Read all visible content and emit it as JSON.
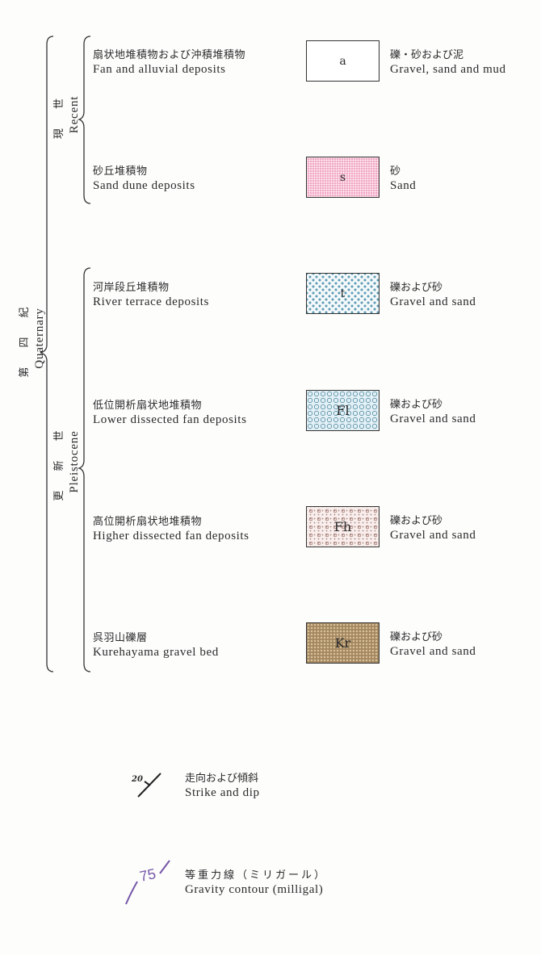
{
  "period": {
    "jp": "第 四 紀",
    "en": "Quaternary"
  },
  "epochs": [
    {
      "jp": "現 世",
      "en": "Recent"
    },
    {
      "jp": "更 新 世",
      "en": "Pleistocene"
    }
  ],
  "units": [
    {
      "jp": "扇状地堆積物および沖積堆積物",
      "en": "Fan and alluvial deposits",
      "symbol": "a",
      "lith_jp": "礫・砂および泥",
      "lith_en": "Gravel, sand and mud",
      "color": "#ffffff"
    },
    {
      "jp": "砂丘堆積物",
      "en": "Sand dune deposits",
      "symbol": "s",
      "lith_jp": "砂",
      "lith_en": "Sand",
      "color": "#f2a7c3"
    },
    {
      "jp": "河岸段丘堆積物",
      "en": "River terrace deposits",
      "symbol": "t",
      "lith_jp": "礫および砂",
      "lith_en": "Gravel and sand",
      "color": "#5f9bb3"
    },
    {
      "jp": "低位開析扇状地堆積物",
      "en": "Lower dissected fan deposits",
      "symbol": "Fl",
      "lith_jp": "礫および砂",
      "lith_en": "Gravel and sand",
      "color": "#e3f0f5"
    },
    {
      "jp": "高位開析扇状地堆積物",
      "en": "Higher dissected fan deposits",
      "symbol": "Fh",
      "lith_jp": "礫および砂",
      "lith_en": "Gravel and sand",
      "color": "#f8eeec"
    },
    {
      "jp": "呉羽山礫層",
      "en": "Kurehayama gravel bed",
      "symbol": "Kr",
      "lith_jp": "礫および砂",
      "lith_en": "Gravel and sand",
      "color": "#a3865f"
    }
  ],
  "symbols": [
    {
      "jp": "走向および傾斜",
      "en": "Strike and dip",
      "value": "20"
    },
    {
      "jp": "等重力線（ミリガール）",
      "en": "Gravity contour (milligal)",
      "value": "75",
      "color": "#7658a8"
    }
  ]
}
